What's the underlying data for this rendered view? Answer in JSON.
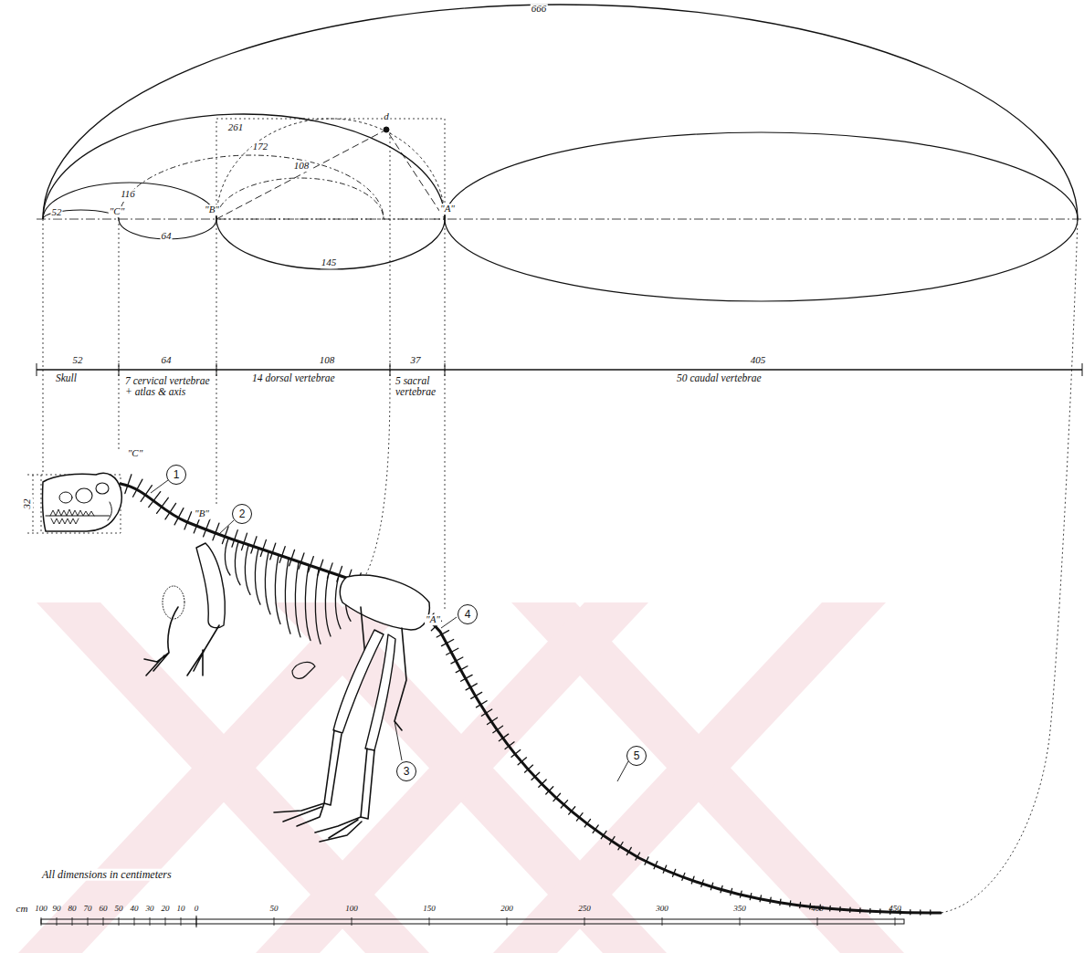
{
  "diagram": {
    "nodes": [
      {
        "text": [
          "1"
        ]
      },
      {
        "text": [
          "2"
        ]
      },
      {
        "text": [
          "3"
        ]
      },
      {
        "text": [
          "4"
        ]
      },
      {
        "text": [
          "5"
        ]
      }
    ],
    "labels": [
      "666",
      "261",
      "116",
      "172",
      "108",
      "52",
      "\"C\"",
      "\"B\"",
      "\"A\"",
      "d",
      "64",
      "145",
      "52",
      "64",
      "108",
      "37",
      "405",
      "Skull",
      "7 cervical vertebrae + atlas & axis",
      "14 dorsal vertebrae",
      "5 sacral vertebrae",
      "50 caudal vertebrae",
      "\"C\"",
      "\"B\"",
      "\"A\"",
      "32",
      "All dimensions in centimeters",
      "cm",
      "100",
      "90",
      "80",
      "70",
      "60",
      "50",
      "40",
      "30",
      "20",
      "10",
      "0",
      "50",
      "100",
      "150",
      "200",
      "250",
      "300",
      "350",
      "400",
      "450"
    ]
  }
}
